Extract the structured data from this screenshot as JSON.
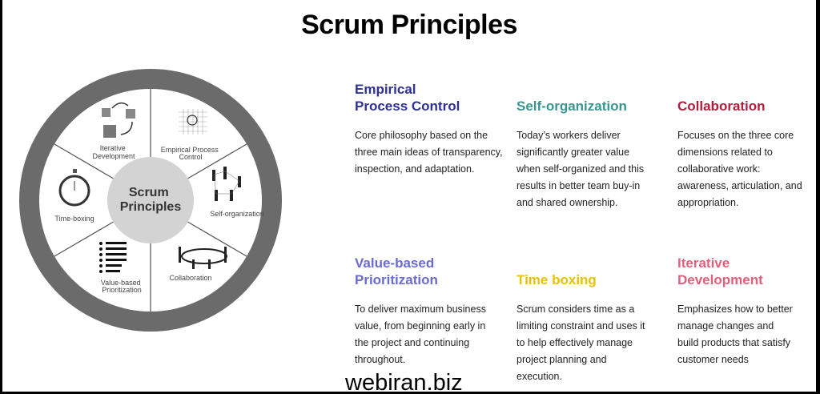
{
  "title": "Scrum Principles",
  "wheel": {
    "center": [
      "Scrum",
      "Principles"
    ],
    "segments": {
      "iterative": [
        "Iterative",
        "Development"
      ],
      "empirical": [
        "Empirical Process",
        "Control"
      ],
      "self_org": "Self-organization",
      "collab": "Collaboration",
      "value": [
        "Value-based",
        "Prioritization"
      ],
      "timebox": "Time-boxing"
    }
  },
  "cards": [
    {
      "heading": "Empirical\nProcess Control",
      "color": "#2e3192",
      "text": "Core philosophy based on the three main ideas of transparency, inspection, and adaptation."
    },
    {
      "heading": "Self-organization",
      "color": "#3a9590",
      "text": "Today’s workers deliver significantly greater value when self-organized and this results in better team buy-in and shared ownership."
    },
    {
      "heading": "Collaboration",
      "color": "#b01e3c",
      "text": "Focuses on the three core dimensions related to collaborative work: awareness, articulation, and appropriation."
    },
    {
      "heading": "Value-based\nPrioritization",
      "color": "#6a6cd0",
      "text": "To deliver maximum business value, from beginning early in the project and continuing throughout."
    },
    {
      "heading": "Time boxing",
      "color": "#e8c200",
      "text": "Scrum considers time as a limiting constraint and uses it to help effectively manage project planning and execution."
    },
    {
      "heading": "Iterative\nDevelopment",
      "color": "#e2607c",
      "text": "Emphasizes how to better manage changes and build products that satisfy customer needs"
    }
  ],
  "footer": "webiran.biz"
}
